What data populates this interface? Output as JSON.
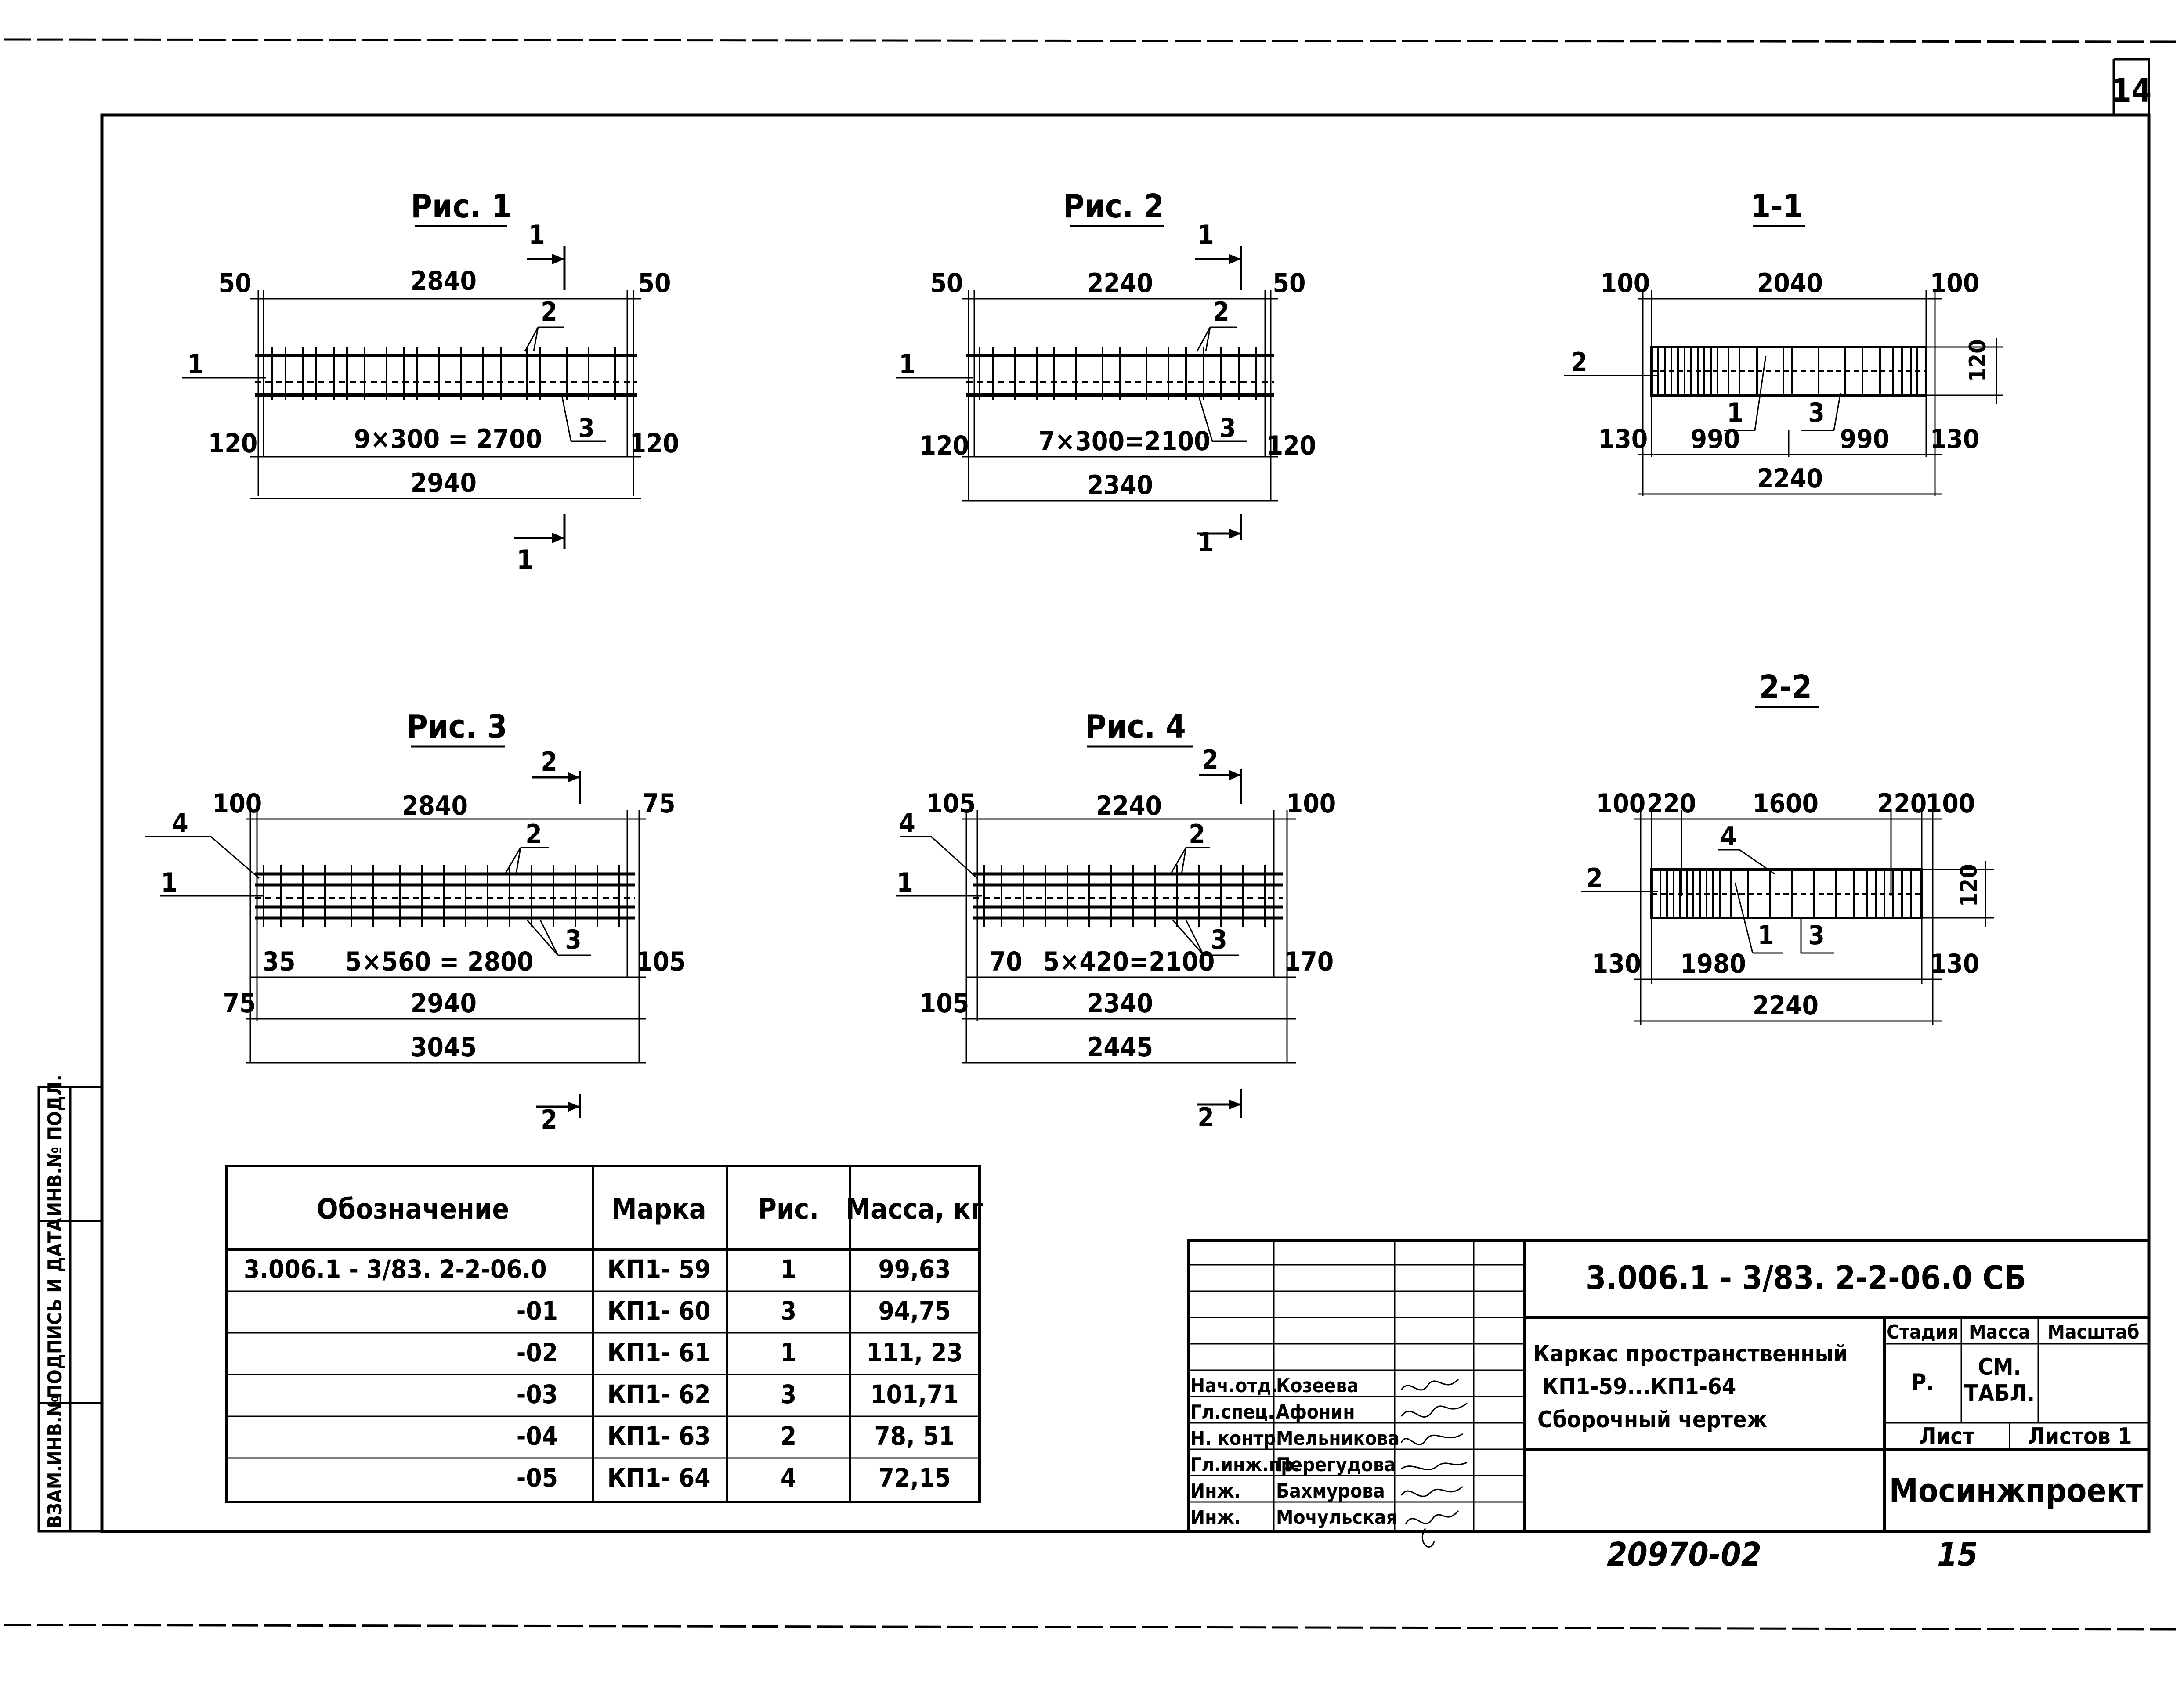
{
  "sheet": {
    "page_number": "14",
    "doc_number": "20970-02",
    "sheet_page": "15"
  },
  "side_stamp": {
    "col1": "ВЗАМ.ИНВ.№",
    "col2": "ПОДПИСЬ И ДАТА",
    "col3": "ИНВ.№ ПОДЛ."
  },
  "figures": {
    "fig1": {
      "title": "Рис. 1",
      "section_mark": "1",
      "left_end": "50",
      "right_end": "50",
      "length": "2840",
      "bottom_left": "120",
      "bottom_right": "120",
      "pitch": "9×300 = 2700",
      "overall": "2940",
      "pos_long": "1",
      "pos_cross": "2",
      "pos_under": "3"
    },
    "fig2": {
      "title": "Рис. 2",
      "section_mark": "1",
      "left_end": "50",
      "right_end": "50",
      "length": "2240",
      "bottom_left": "120",
      "bottom_right": "120",
      "pitch": "7×300=2100",
      "overall": "2340",
      "pos_long": "1",
      "pos_cross": "2",
      "pos_under": "3"
    },
    "fig3": {
      "title": "Рис. 3",
      "section_mark": "2",
      "left_end": "100",
      "right_end": "75",
      "length": "2840",
      "bottom_left": "35",
      "bottom_right": "105",
      "left_offset": "75",
      "pitch": "5×560 = 2800",
      "overall": "2940",
      "overall2": "3045",
      "pos_long": "1",
      "pos_cross": "2",
      "pos_under": "3",
      "pos_end": "4"
    },
    "fig4": {
      "title": "Рис. 4",
      "section_mark": "2",
      "left_end": "105",
      "right_end": "100",
      "length": "2240",
      "bottom_left": "70",
      "bottom_right": "170",
      "left_offset": "105",
      "pitch": "5×420=2100",
      "overall": "2340",
      "overall2": "2445",
      "pos_long": "1",
      "pos_cross": "2",
      "pos_under": "3",
      "pos_end": "4"
    },
    "sec11": {
      "title": "1-1",
      "left_end": "100",
      "right_end": "100",
      "length": "2040",
      "height": "120",
      "left_bottom": "130",
      "right_bottom": "130",
      "half_left": "990",
      "half_right": "990",
      "overall": "2240",
      "pos_long": "2",
      "pos_a": "1",
      "pos_b": "3"
    },
    "sec22": {
      "title": "2-2",
      "dim_a": "100",
      "dim_b": "220",
      "length": "1600",
      "dim_c": "220",
      "dim_d": "100",
      "height": "120",
      "left_bottom": "130",
      "right_bottom": "130",
      "inner": "1980",
      "overall": "2240",
      "pos_long": "2",
      "pos_a": "1",
      "pos_b": "3",
      "pos_end": "4"
    }
  },
  "spec_table": {
    "headers": [
      "Обозначение",
      "Марка",
      "Рис.",
      "Масса, кг"
    ],
    "rows": [
      [
        "3.006.1 - 3/83. 2-2-06.0",
        "КП1- 59",
        "1",
        "99,63"
      ],
      [
        "-01",
        "КП1- 60",
        "3",
        "94,75"
      ],
      [
        "-02",
        "КП1- 61",
        "1",
        "111, 23"
      ],
      [
        "-03",
        "КП1- 62",
        "3",
        "101,71"
      ],
      [
        "-04",
        "КП1- 63",
        "2",
        "78, 51"
      ],
      [
        "-05",
        "КП1- 64",
        "4",
        "72,15"
      ]
    ]
  },
  "title_block": {
    "designation": "3.006.1 - 3/83. 2-2-06.0 СБ",
    "name_line1": "Каркас пространственный",
    "name_line2": "КП1-59...КП1-64",
    "name_line3": "Сборочный чертеж",
    "stage_label": "Стадия",
    "mass_label": "Масса",
    "scale_label": "Масштаб",
    "stage_value": "Р.",
    "mass_value_1": "СМ.",
    "mass_value_2": "ТАБЛ.",
    "sheet_label": "Лист",
    "sheets_label": "Листов 1",
    "organization": "Мосинжпроект",
    "staff": [
      {
        "role": "Нач.отд.",
        "name": "Козеева"
      },
      {
        "role": "Гл.спец.",
        "name": "Афонин"
      },
      {
        "role": "Н. контр.",
        "name": "Мельникова"
      },
      {
        "role": "Гл.инж.пр.",
        "name": "Перегудова"
      },
      {
        "role": "Инж.",
        "name": "Бахмурова"
      },
      {
        "role": "Инж.",
        "name": "Мочульская"
      }
    ]
  }
}
